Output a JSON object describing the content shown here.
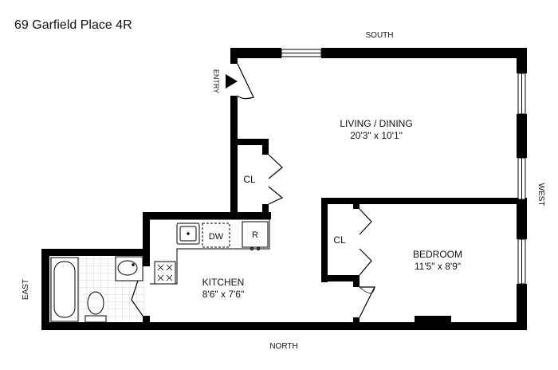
{
  "title": "69 Garfield Place 4R",
  "compass": {
    "north": "NORTH",
    "south": "SOUTH",
    "east": "EAST",
    "west": "WEST"
  },
  "rooms": {
    "living": {
      "name": "LIVING / DINING",
      "dims": "20'3\" x 10'1\""
    },
    "kitchen": {
      "name": "KITCHEN",
      "dims": "8'6\" x 7'6\""
    },
    "bedroom": {
      "name": "BEDROOM",
      "dims": "11'5\" x 8'9\""
    }
  },
  "closets": {
    "closet1": "CL",
    "closet2": "CL"
  },
  "entry": "ENTRY",
  "appliances": {
    "dishwasher": "DW",
    "refrigerator": "R"
  },
  "colors": {
    "wall": "#000000",
    "tile": "#cccccc",
    "background": "#ffffff"
  }
}
